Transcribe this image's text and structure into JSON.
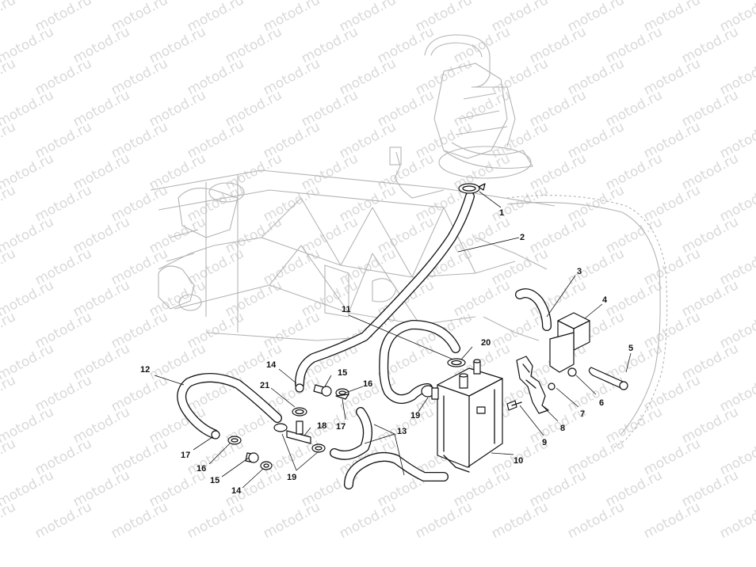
{
  "watermark": {
    "text": "motod.ru"
  },
  "callouts": [
    {
      "id": "c1",
      "text": "1"
    },
    {
      "id": "c2",
      "text": "2"
    },
    {
      "id": "c3",
      "text": "3"
    },
    {
      "id": "c4",
      "text": "4"
    },
    {
      "id": "c5",
      "text": "5"
    },
    {
      "id": "c6",
      "text": "6"
    },
    {
      "id": "c7",
      "text": "7"
    },
    {
      "id": "c8",
      "text": "8"
    },
    {
      "id": "c9",
      "text": "9"
    },
    {
      "id": "c10",
      "text": "10"
    },
    {
      "id": "c11",
      "text": "11"
    },
    {
      "id": "c12",
      "text": "12"
    },
    {
      "id": "c13",
      "text": "13"
    },
    {
      "id": "c14a",
      "text": "14"
    },
    {
      "id": "c15a",
      "text": "15"
    },
    {
      "id": "c16a",
      "text": "16"
    },
    {
      "id": "c17a",
      "text": "17"
    },
    {
      "id": "c18",
      "text": "18"
    },
    {
      "id": "c19a",
      "text": "19"
    },
    {
      "id": "c20",
      "text": "20"
    },
    {
      "id": "c21",
      "text": "21"
    },
    {
      "id": "c17b",
      "text": "17"
    },
    {
      "id": "c16b",
      "text": "16"
    },
    {
      "id": "c15b",
      "text": "15"
    },
    {
      "id": "c14b",
      "text": "14"
    },
    {
      "id": "c19b",
      "text": "19"
    }
  ]
}
